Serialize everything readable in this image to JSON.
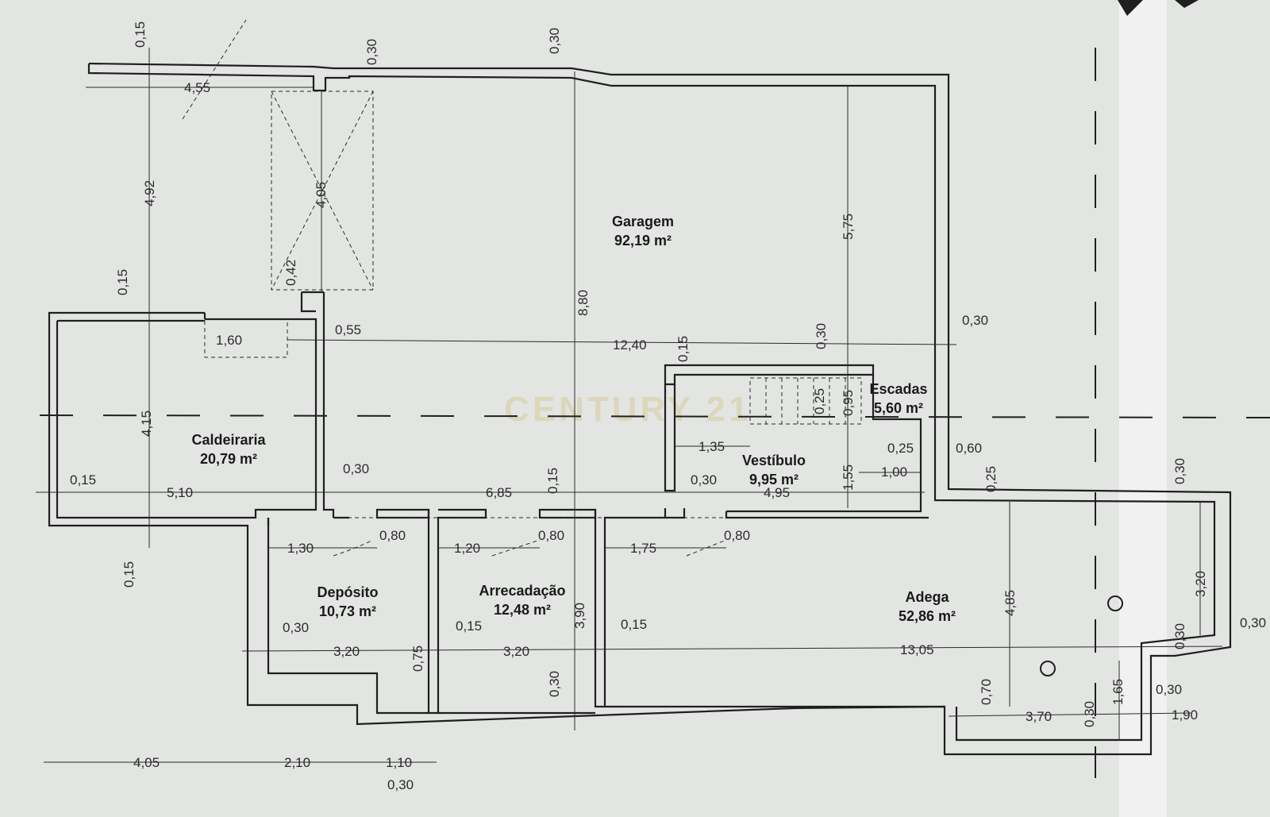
{
  "watermark": "CENTURY 21",
  "rooms": {
    "garagem": {
      "name": "Garagem",
      "area": "92,19 m²"
    },
    "caldeiraria": {
      "name": "Caldeiraria",
      "area": "20,79 m²"
    },
    "escadas": {
      "name": "Escadas",
      "area": "5,60 m²"
    },
    "vestibulo": {
      "name": "Vestíbulo",
      "area": "9,95 m²"
    },
    "deposito": {
      "name": "Depósito",
      "area": "10,73 m²"
    },
    "arrecadacao": {
      "name": "Arrecadação",
      "area": "12,48 m²"
    },
    "adega": {
      "name": "Adega",
      "area": "52,86 m²"
    }
  },
  "dims": {
    "d4_55": "4,55",
    "d4_92": "4,92",
    "d4_05_top": "4,05",
    "d0_42": "0,42",
    "d0_15_top": "0,15",
    "d0_30_top1": "0,30",
    "d0_30_top2": "0,30",
    "d0_15_cald": "0,15",
    "d1_60": "1,60",
    "d0_55": "0,55",
    "d12_40": "12,40",
    "d8_80": "8,80",
    "d5_75": "5,75",
    "d0_30_right": "0,30",
    "d0_15_vest": "0,15",
    "d0_30_vest": "0,30",
    "d4_15": "4,15",
    "d0_15_left": "0,15",
    "d5_10": "5,10",
    "d0_30_c": "0,30",
    "d6_85": "6,85",
    "d0_15_mid": "0,15",
    "d0_30_mid": "0,30",
    "d4_95": "4,95",
    "d1_35": "1,35",
    "d0_25a": "0,25",
    "d0_95": "0,95",
    "d1_55": "1,55",
    "d0_25b": "0,25",
    "d1_00": "1,00",
    "d0_60": "0,60",
    "d0_25c": "0,25",
    "d0_15_bl": "0,15",
    "d1_30": "1,30",
    "d0_80a": "0,80",
    "d1_20": "1,20",
    "d0_80b": "0,80",
    "d1_75": "1,75",
    "d0_80c": "0,80",
    "d0_30_dep": "0,30",
    "d0_15_arr": "0,15",
    "d0_15_ad": "0,15",
    "d3_20a": "3,20",
    "d0_75": "0,75",
    "d3_20b": "3,20",
    "d3_90": "3,90",
    "d13_05": "13,05",
    "d4_85": "4,85",
    "d0_30_arrb": "0,30",
    "d0_30_r1": "0,30",
    "d3_20r": "3,20",
    "d0_30_r2": "0,30",
    "d0_30_r3": "0,30",
    "d0_70": "0,70",
    "d3_70": "3,70",
    "d0_30_b1": "0,30",
    "d1_65": "1,65",
    "d0_30_b2": "0,30",
    "d1_90": "1,90",
    "d4_05_bot": "4,05",
    "d2_10": "2,10",
    "d1_10": "1,10",
    "d0_30_bot": "0,30"
  }
}
